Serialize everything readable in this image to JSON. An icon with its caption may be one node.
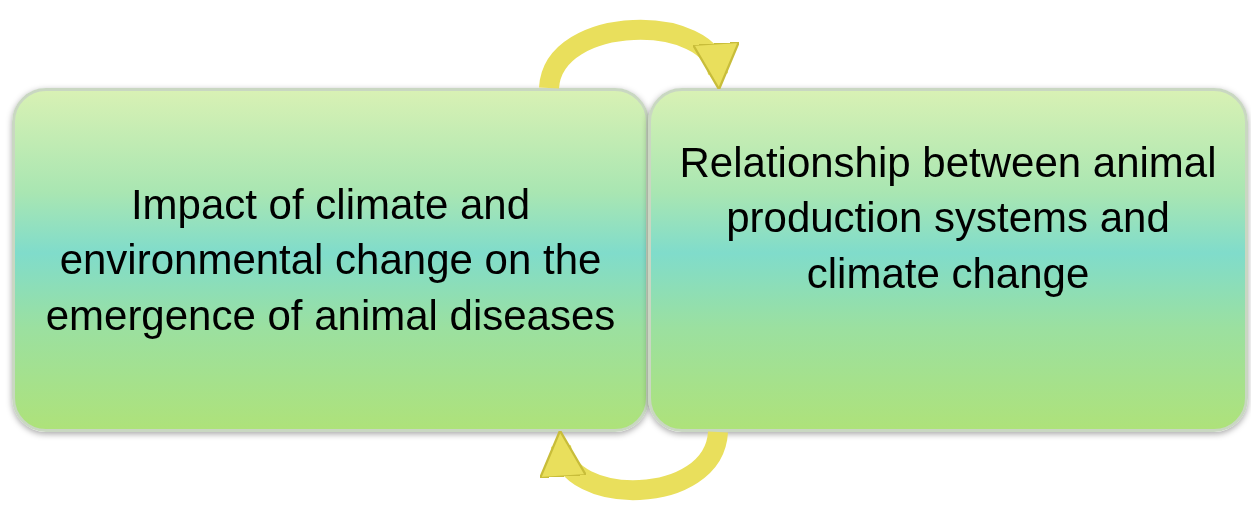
{
  "diagram": {
    "nodes": [
      {
        "text": [
          "Impact of climate and environmental change on the emergence of animal diseases"
        ]
      },
      {
        "text": [
          "Relationship between animal production systems and climate change"
        ]
      }
    ],
    "edges": [
      {
        "from": 0,
        "to": 1,
        "arrow": "to"
      },
      {
        "from": 1,
        "to": 0,
        "arrow": "to"
      }
    ]
  }
}
